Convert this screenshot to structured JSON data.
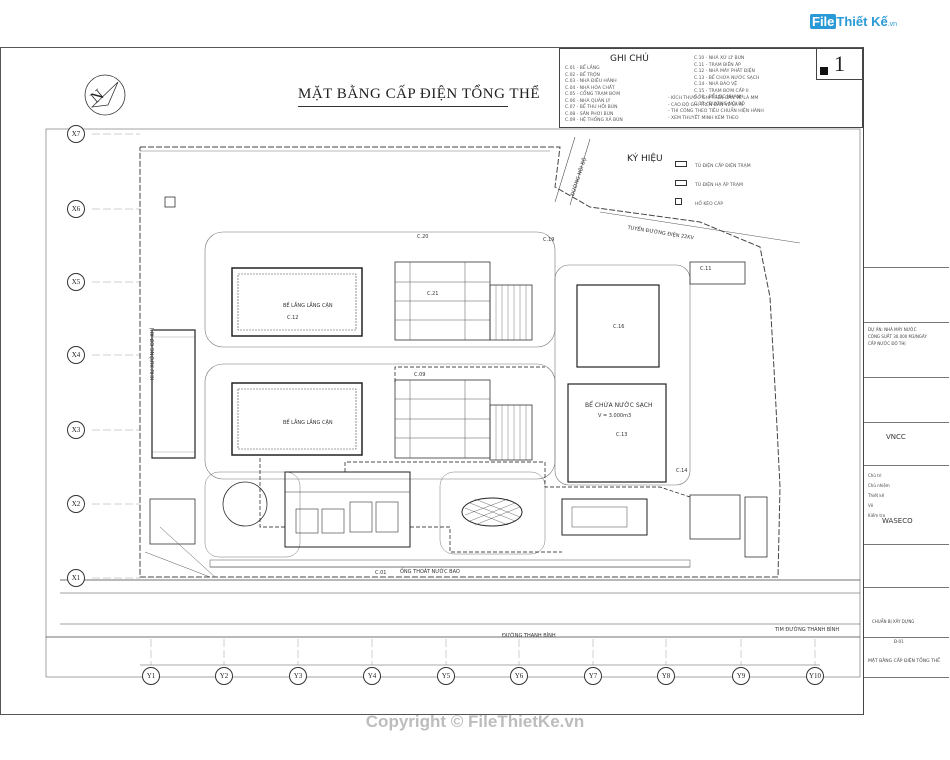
{
  "brand": {
    "file": "File",
    "name": "Thiết Kế",
    "domain": ".vn"
  },
  "drawing": {
    "title": "MẶT BẰNG CẤP ĐIỆN TỔNG THỂ",
    "sheet_number": "1",
    "compass_letter": "N"
  },
  "legend": {
    "title": "GHI CHÚ",
    "left_lines": [
      "C.01 - BỂ LẮNG",
      "C.02 - BỂ TRỘN",
      "C.03 - NHÀ ĐIỀU HÀNH",
      "C.04 - NHÀ HÓA CHẤT",
      "C.05 - CỔNG TRẠM BƠM",
      "C.06 - NHÀ QUẢN LÝ",
      "C.07 - BỂ THU HỒI BÙN",
      "C.08 - SÂN PHƠI BÙN",
      "C.09 - HỆ THỐNG XẢ BÙN"
    ],
    "right_lines": [
      "C.10 - NHÀ XỬ LÝ BÙN",
      "C.11 - TRẠM BIẾN ÁP",
      "C.12 - NHÀ MÁY PHÁT ĐIỆN",
      "C.13 - BỂ CHỨA NƯỚC SẠCH",
      "C.14 - NHÀ BẢO VỆ",
      "C.15 - TRẠM BƠM CẤP II",
      "C.16 - BỂ LỌC NHANH",
      "C.17 - ĐƯỜNG NỘI BỘ"
    ],
    "notes": [
      "- KÍCH THƯỚC GHI TRÊN BẢN VẼ LÀ MM",
      "- CAO ĐỘ GHI TRÊN BẢN VẼ LÀ M",
      "- THI CÔNG THEO TIÊU CHUẨN HIỆN HÀNH",
      "- XEM THUYẾT MINH KÈM THEO"
    ]
  },
  "symbols": {
    "title": "KÝ HIỆU",
    "items": [
      "TỦ ĐIỆN CẤP ĐIỆN TRẠM",
      "TỦ ĐIỆN HẠ ÁP TRẠM",
      "HỐ KÉO CÁP"
    ]
  },
  "grid": {
    "rows": [
      "X7",
      "X6",
      "X5",
      "X4",
      "X3",
      "X2",
      "X1"
    ],
    "cols": [
      "Y1",
      "Y2",
      "Y3",
      "Y4",
      "Y5",
      "Y6",
      "Y7",
      "Y8",
      "Y9",
      "Y10"
    ]
  },
  "plan_labels": {
    "tank1": "BỂ LẮNG LẮNG CẶN",
    "tank2": "BỂ LẮNG LẮNG CẶN",
    "clean_tank": "BỂ CHỨA NƯỚC SẠCH",
    "clean_volume": "V = 3.000m3",
    "road_bottom": "ĐƯỜNG THANH BÌNH",
    "road_right": "TIM ĐƯỜNG THANH BÌNH",
    "pipe_bottom": "ỐNG THOÁT NƯỚC BAO",
    "left_building": "KHU XƯỞNG CƠ KHÍ",
    "road_diag": "ĐƯỜNG NỘI BỘ",
    "road_diag2": "TUYẾN ĐƯỜNG ĐIỆN 22KV",
    "c20": "C.20",
    "c19": "C.19",
    "c21": "C.21",
    "c16": "C.16",
    "c13": "C.13",
    "c11": "C.11",
    "c09": "C.09",
    "c14": "C.14",
    "c12": "C.12",
    "c01": "C.01"
  },
  "side_panel": {
    "company": "WASECO",
    "project_lines": [
      "DỰ ÁN: NHÀ MÁY NƯỚC",
      "CÔNG SUẤT 30.000 M3/NGÀY",
      "CẤP NƯỚC ĐÔ THỊ"
    ],
    "owner": "VNCC",
    "drawing_name": "MẶT BẰNG CẤP ĐIỆN TỔNG THỂ",
    "stage": "CHUẨN BỊ XÂY DỰNG",
    "sheet": "Đ-01",
    "sign_rows": [
      "Chủ trì",
      "Chủ nhiệm",
      "Thiết kế",
      "Vẽ",
      "Kiểm tra"
    ]
  },
  "copyright": "Copyright © FileThietKe.vn"
}
